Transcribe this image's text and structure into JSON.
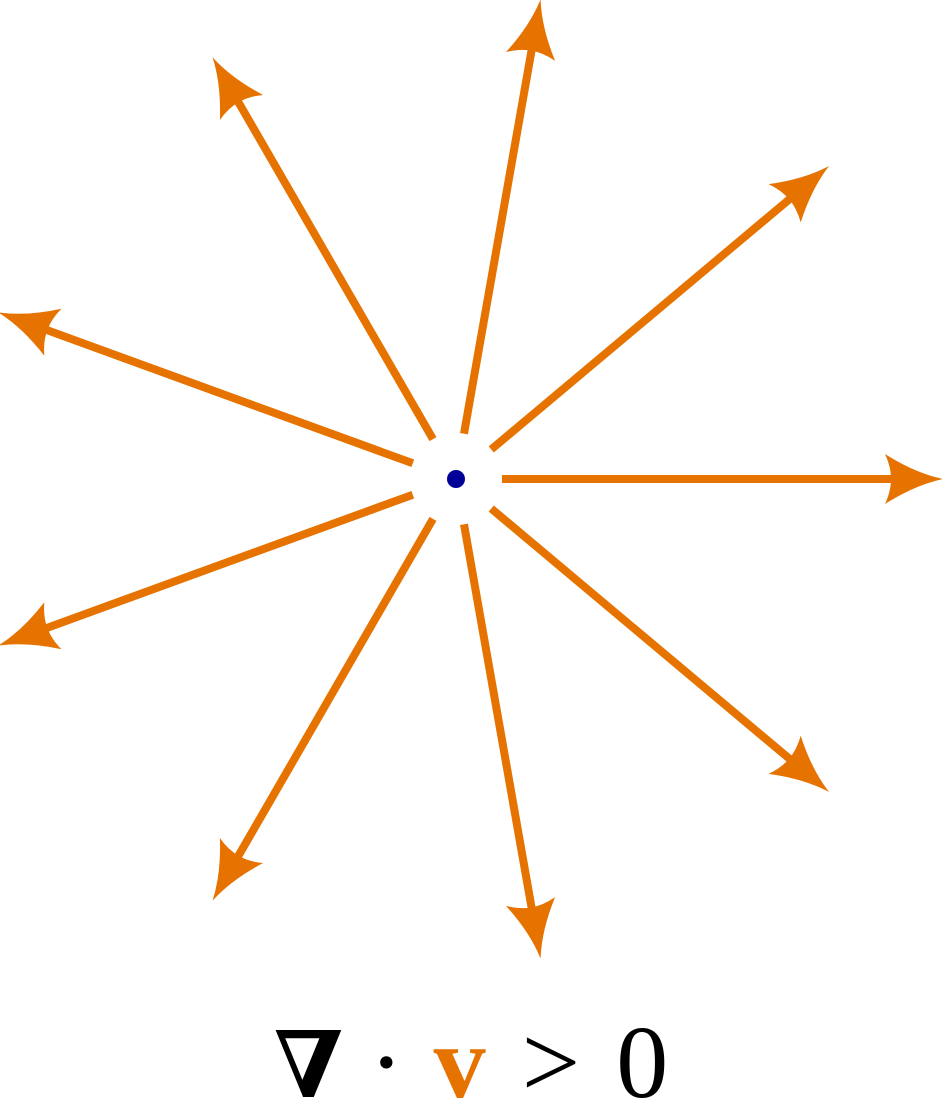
{
  "diagram": {
    "arrow_count": 9,
    "colors": {
      "arrow": "#E67300",
      "source_point": "#000099",
      "text": "#000000"
    },
    "equation": {
      "nabla": "∇",
      "dot": "·",
      "vector": "v",
      "relation": ">",
      "value": "0"
    }
  }
}
